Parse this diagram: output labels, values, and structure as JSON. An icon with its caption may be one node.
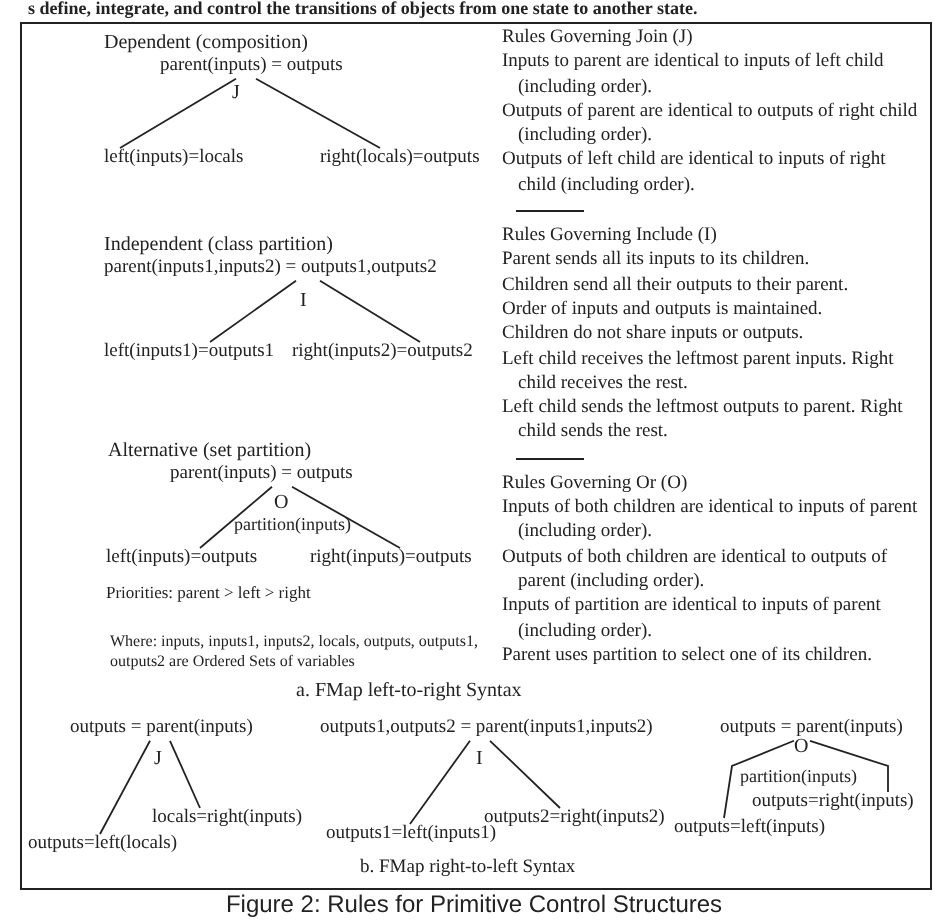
{
  "diagram": {
    "caption": "Figure 2: Rules for Primitive Control Structures",
    "nodes": [
      {
        "text": [
          "parent(inputs) = outputs"
        ]
      },
      {
        "text": [
          "left(inputs)=locals"
        ]
      },
      {
        "text": [
          "right(locals)=outputs"
        ]
      },
      {
        "text": [
          "parent(inputs1,inputs2)  = outputs1,outputs2"
        ]
      },
      {
        "text": [
          "left(inputs1)=outputs1"
        ]
      },
      {
        "text": [
          "right(inputs2)=outputs2"
        ]
      },
      {
        "text": [
          "parent(inputs) = outputs"
        ]
      },
      {
        "text": [
          "left(inputs)=outputs"
        ]
      },
      {
        "text": [
          "right(inputs)=outputs"
        ]
      },
      {
        "text": [
          "outputs = parent(inputs)"
        ]
      },
      {
        "text": [
          "outputs=left(locals)"
        ]
      },
      {
        "text": [
          "locals=right(inputs)"
        ]
      },
      {
        "text": [
          "outputs1,outputs2 = parent(inputs1,inputs2)"
        ]
      },
      {
        "text": [
          "outputs1=left(inputs1)"
        ]
      },
      {
        "text": [
          "outputs2=right(inputs2)"
        ]
      },
      {
        "text": [
          "outputs = parent(inputs)"
        ]
      },
      {
        "text": [
          "outputs=left(inputs)"
        ]
      },
      {
        "text": [
          "outputs=right(inputs)"
        ]
      }
    ],
    "edges": [
      {
        "from": 0,
        "to": 1,
        "arrow": "none"
      },
      {
        "from": 0,
        "to": 2,
        "arrow": "none"
      },
      {
        "from": 3,
        "to": 4,
        "arrow": "none"
      },
      {
        "from": 3,
        "to": 5,
        "arrow": "none"
      },
      {
        "from": 6,
        "to": 7,
        "arrow": "none"
      },
      {
        "from": 6,
        "to": 8,
        "arrow": "none"
      },
      {
        "from": 9,
        "to": 10,
        "arrow": "none"
      },
      {
        "from": 9,
        "to": 11,
        "arrow": "none"
      },
      {
        "from": 12,
        "to": 13,
        "arrow": "none"
      },
      {
        "from": 12,
        "to": 14,
        "arrow": "none"
      },
      {
        "from": 15,
        "to": 16,
        "arrow": "none"
      },
      {
        "from": 15,
        "to": 17,
        "arrow": "none"
      }
    ],
    "labels": [
      "s define, integrate, and control the transitions of objects from one state to another state.",
      "Dependent (composition)",
      "J",
      "Rules Governing Join (J)",
      "Inputs to parent are identical to inputs of left child (including order).",
      "Outputs of parent are identical to outputs of right child (including order).",
      "Outputs of left child are identical to inputs of right child (including order).",
      "Independent (class partition)",
      "I",
      "Rules Governing Include (I)",
      "Parent sends all its inputs to its children.",
      "Children send all their outputs to their parent.",
      "Order of inputs and outputs is maintained.",
      "Children do not share inputs or outputs.",
      "Left child receives the leftmost parent inputs. Right child receives the rest.",
      "Left child sends the leftmost outputs to parent.  Right child sends the rest.",
      "Alternative (set partition)",
      "O",
      "partition(inputs)",
      "Priorities: parent > left > right",
      "Where:  inputs, inputs1, inputs2, locals, outputs, outputs1, outputs2 are Ordered Sets of variables",
      "Rules Governing Or (O)",
      "Inputs of both children are identical to inputs of parent (including order).",
      "Outputs of both children are identical to outputs of parent (including order).",
      "Inputs of partition are identical to inputs of parent (including order).",
      "Parent uses partition to select one of its children.",
      "a. FMap left-to-right Syntax",
      "J",
      "I",
      "O",
      "partition(inputs)",
      "b. FMap right-to-left Syntax"
    ]
  }
}
